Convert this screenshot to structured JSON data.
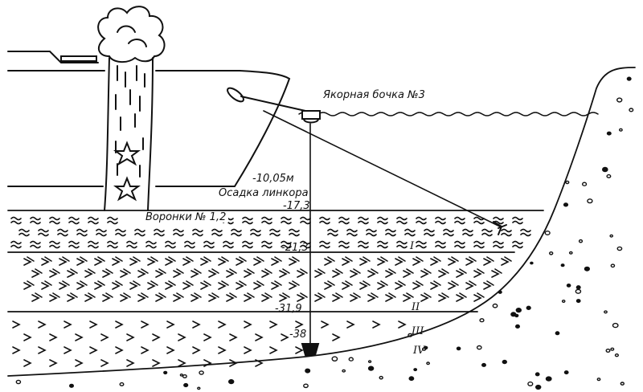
{
  "labels": {
    "buoy": "Якорная бочка №3",
    "draft_value": "-10,05м",
    "draft_caption": "Осадка линкора",
    "craters": "Воронки № 1,2"
  },
  "depths": [
    "-17,3",
    "-21,3",
    "-31,9",
    "-38"
  ],
  "layers": [
    "I",
    "II",
    "III",
    "IV"
  ],
  "colors": {
    "ink": "#111111",
    "paper": "#ffffff"
  }
}
